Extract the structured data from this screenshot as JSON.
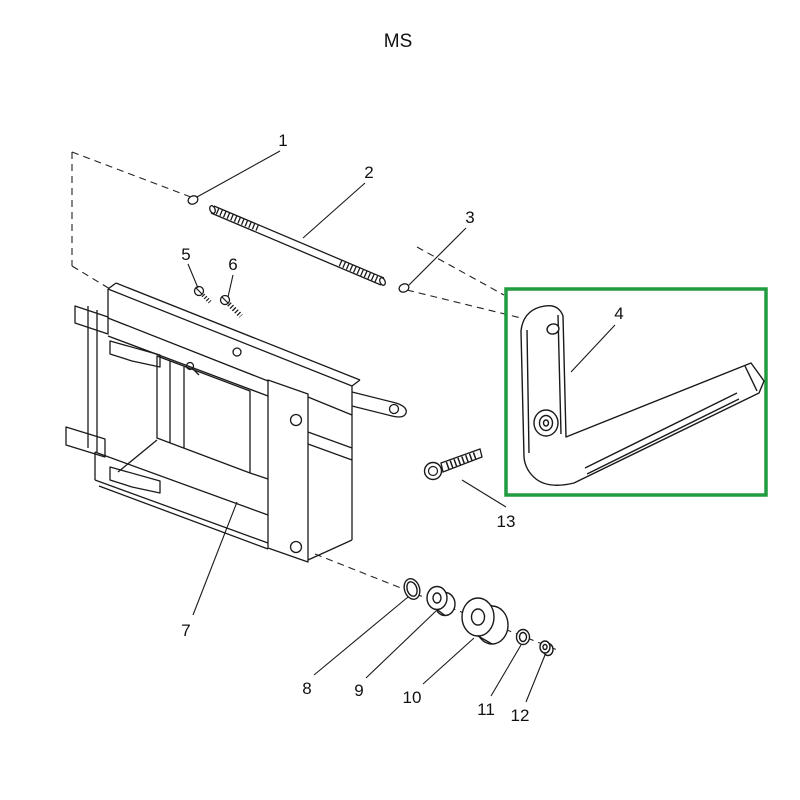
{
  "title": "MS",
  "highlight_color": "#1f9c3e",
  "parts": [
    {
      "label": "1"
    },
    {
      "label": "2"
    },
    {
      "label": "3"
    },
    {
      "label": "4"
    },
    {
      "label": "5"
    },
    {
      "label": "6"
    },
    {
      "label": "7"
    },
    {
      "label": "8"
    },
    {
      "label": "9"
    },
    {
      "label": "10"
    },
    {
      "label": "11"
    },
    {
      "label": "12"
    },
    {
      "label": "13"
    }
  ]
}
